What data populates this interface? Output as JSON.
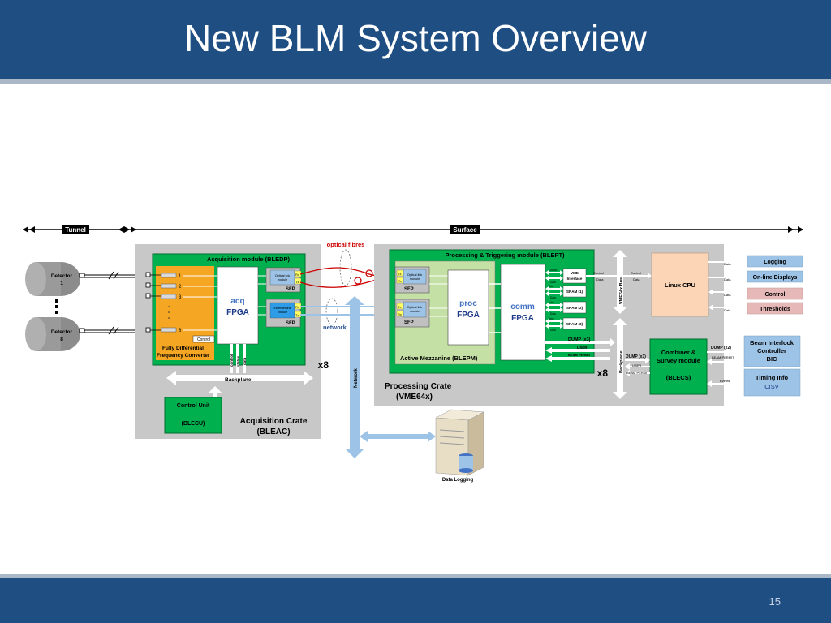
{
  "slide": {
    "title": "New BLM System Overview",
    "page_number": "15"
  },
  "colors": {
    "header": "#1f4e83",
    "crate": "#c8c8c8",
    "module_green": "#00b04f",
    "converter_orange": "#f5a623",
    "mezzanine": "#c5e0a5",
    "cpu": "#fbd5b5",
    "output_blue": "#9dc3e6",
    "output_pink": "#e6b8b7",
    "network_arrow": "#9dc3e6",
    "fibre_red": "#cc0000"
  },
  "diagram": {
    "zones": {
      "tunnel": "Tunnel",
      "surface": "Surface"
    },
    "detectors": [
      "Detector 1",
      "Detector 8"
    ],
    "detector_parts": [
      [
        "Detector",
        "1"
      ],
      [
        "Detector",
        "8"
      ]
    ],
    "channel_numbers": [
      "1",
      "2",
      "3",
      "8"
    ],
    "acq": {
      "module_title": "Acquisition module (BLEDP)",
      "fpga_line1": "acq",
      "fpga_line2": "FPGA",
      "converter_line1": "Fully Differential",
      "converter_line2": "Frequency Converter",
      "control_small": "Control",
      "backplane": "Backplane",
      "x8": "x8",
      "sfp": "SFP",
      "optical_link_line1": "Optical link",
      "optical_link_line2": "module",
      "ethernet_link_line1": "Ethernet link",
      "ethernet_link_line2": "module",
      "rx": "Rx",
      "tx": "Tx",
      "bus_labels": [
        "control",
        "status",
        "data"
      ],
      "control_unit_line1": "Control Unit",
      "control_unit_line2": "(BLECU)",
      "crate_line1": "Acquisition Crate",
      "crate_line2": "(BLEAC)"
    },
    "optical_fibres": "optical fibres",
    "network": "network",
    "network_vertical": "Network",
    "proc": {
      "module_title": "Processing & Triggering module (BLEPT)",
      "fpga_line1": "proc",
      "fpga_line2": "FPGA",
      "comm_line1": "comm",
      "comm_line2": "FPGA",
      "sfp": "SFP",
      "mezzanine": "Active Mezzanine (BLEPM)",
      "vme_interface_line1": "VME",
      "vme_interface_line2": "Interface",
      "sram": [
        "SRAM (1)",
        "SRAM (2)",
        "SRAM (3)"
      ],
      "tiny_labels": [
        "Control",
        "Data",
        "Addr",
        "Data",
        "Addr",
        "Data",
        "Addr",
        "Data"
      ],
      "dump": "DUMP (x3)",
      "user": "USER",
      "beam_permit": "BEAM PERMIT",
      "x8": "x8",
      "crate_line1": "Processing Crate",
      "crate_line2": "(VME64x)"
    },
    "vme_bus": "VME64x Bus",
    "backplane_vertical": "Backplane",
    "linux_cpu": "Linux CPU",
    "cpu_control": "Control",
    "cpu_data": "Data",
    "vme_control": "Control",
    "vme_data": "Data",
    "outputs": [
      "Logging",
      "On-line Displays",
      "Control",
      "Thresholds"
    ],
    "output_arrow_label": "Data",
    "combiner_line1": "Combiner  &",
    "combiner_line2": "Survey module",
    "combiner_line3": "(BLECS)",
    "blecs_in": {
      "dump": "DUMP (x3)",
      "user": "USER",
      "beam_permit": "BEAM PERMIT"
    },
    "blecs_out": {
      "dump": "DUMP (x2)",
      "beam_permit": "BEAM PERMIT",
      "events": "Events"
    },
    "bic_line1": "Beam Interlock",
    "bic_line2": "Controller",
    "bic_line3": "BIC",
    "timing_line1": "Timing Info",
    "timing_line2": "CISV",
    "data_logging": "Data Logging"
  }
}
